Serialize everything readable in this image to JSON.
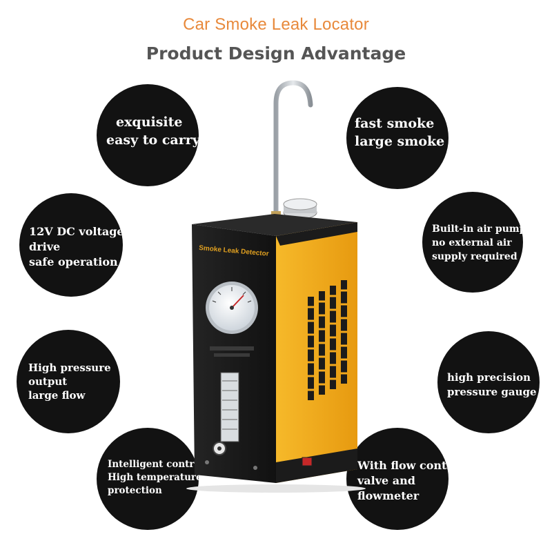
{
  "header": {
    "title": "Car Smoke Leak Locator",
    "subtitle": "Product Design Advantage"
  },
  "features": [
    {
      "lines": [
        "exquisite",
        "easy to carry"
      ]
    },
    {
      "lines": [
        "fast smoke",
        "large smoke"
      ]
    },
    {
      "lines": [
        "12V DC voltage",
        "drive",
        "safe operation"
      ]
    },
    {
      "lines": [
        "Built-in air pump",
        "no external air",
        "supply required"
      ]
    },
    {
      "lines": [
        "High pressure",
        "output",
        "large flow"
      ]
    },
    {
      "lines": [
        "high precision",
        "pressure gauge"
      ]
    },
    {
      "lines": [
        "Intelligent control",
        "High temperature",
        "protection"
      ]
    },
    {
      "lines": [
        "With flow control",
        "valve and",
        "flowmeter"
      ]
    }
  ],
  "product": {
    "label": "Smoke Leak Detector",
    "colors": {
      "body_black": "#1b1b1b",
      "body_yellow": "#f3a91c",
      "circle_bg": "#121212"
    }
  }
}
